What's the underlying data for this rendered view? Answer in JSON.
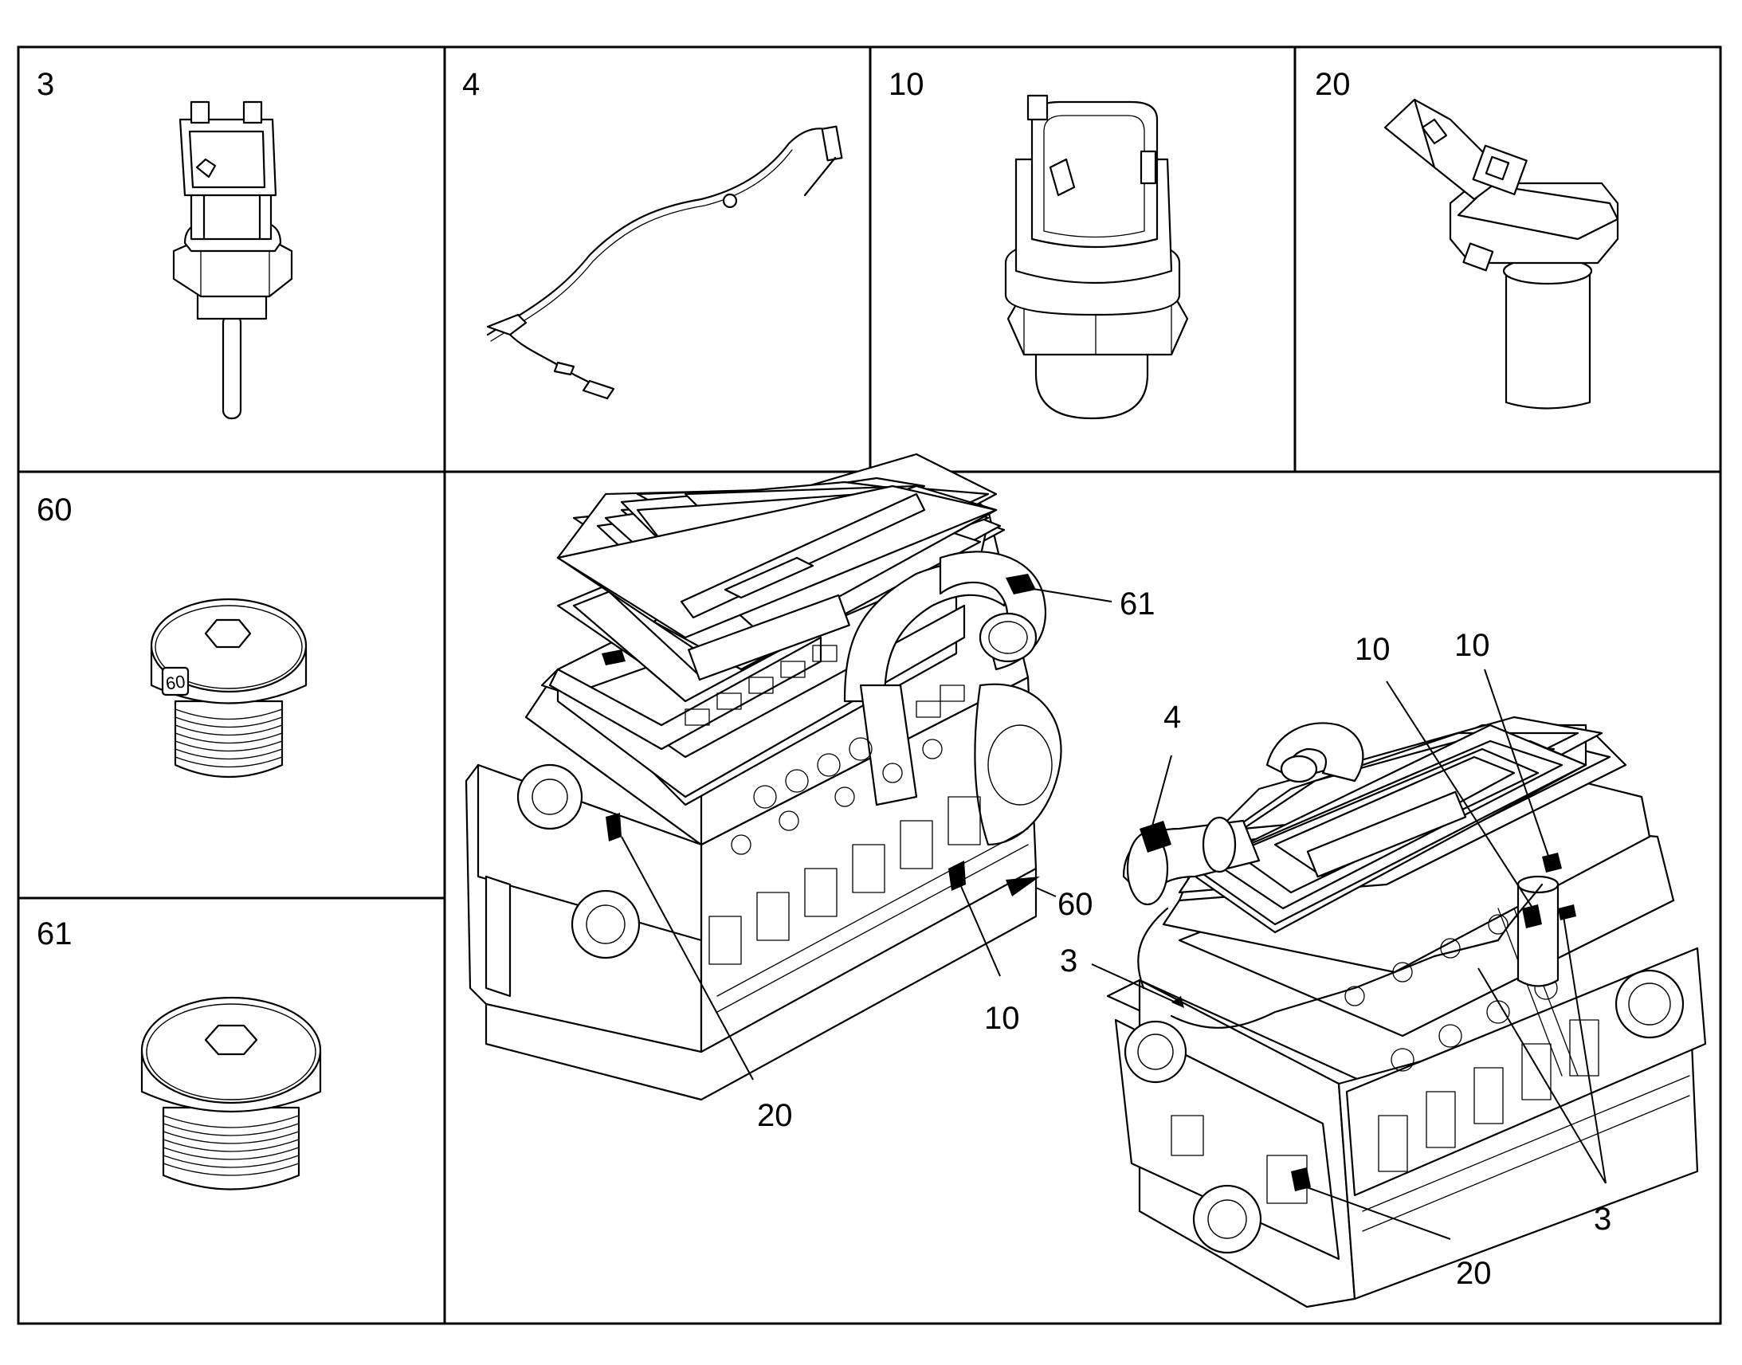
{
  "cells": [
    {
      "id": "3"
    },
    {
      "id": "4"
    },
    {
      "id": "10"
    },
    {
      "id": "20"
    },
    {
      "id": "60"
    },
    {
      "id": "61"
    }
  ],
  "callouts": {
    "left_engine": [
      "61",
      "60",
      "10",
      "20"
    ],
    "right_engine": [
      "4",
      "10",
      "10",
      "3",
      "3",
      "20"
    ]
  },
  "plug_marking": "60"
}
